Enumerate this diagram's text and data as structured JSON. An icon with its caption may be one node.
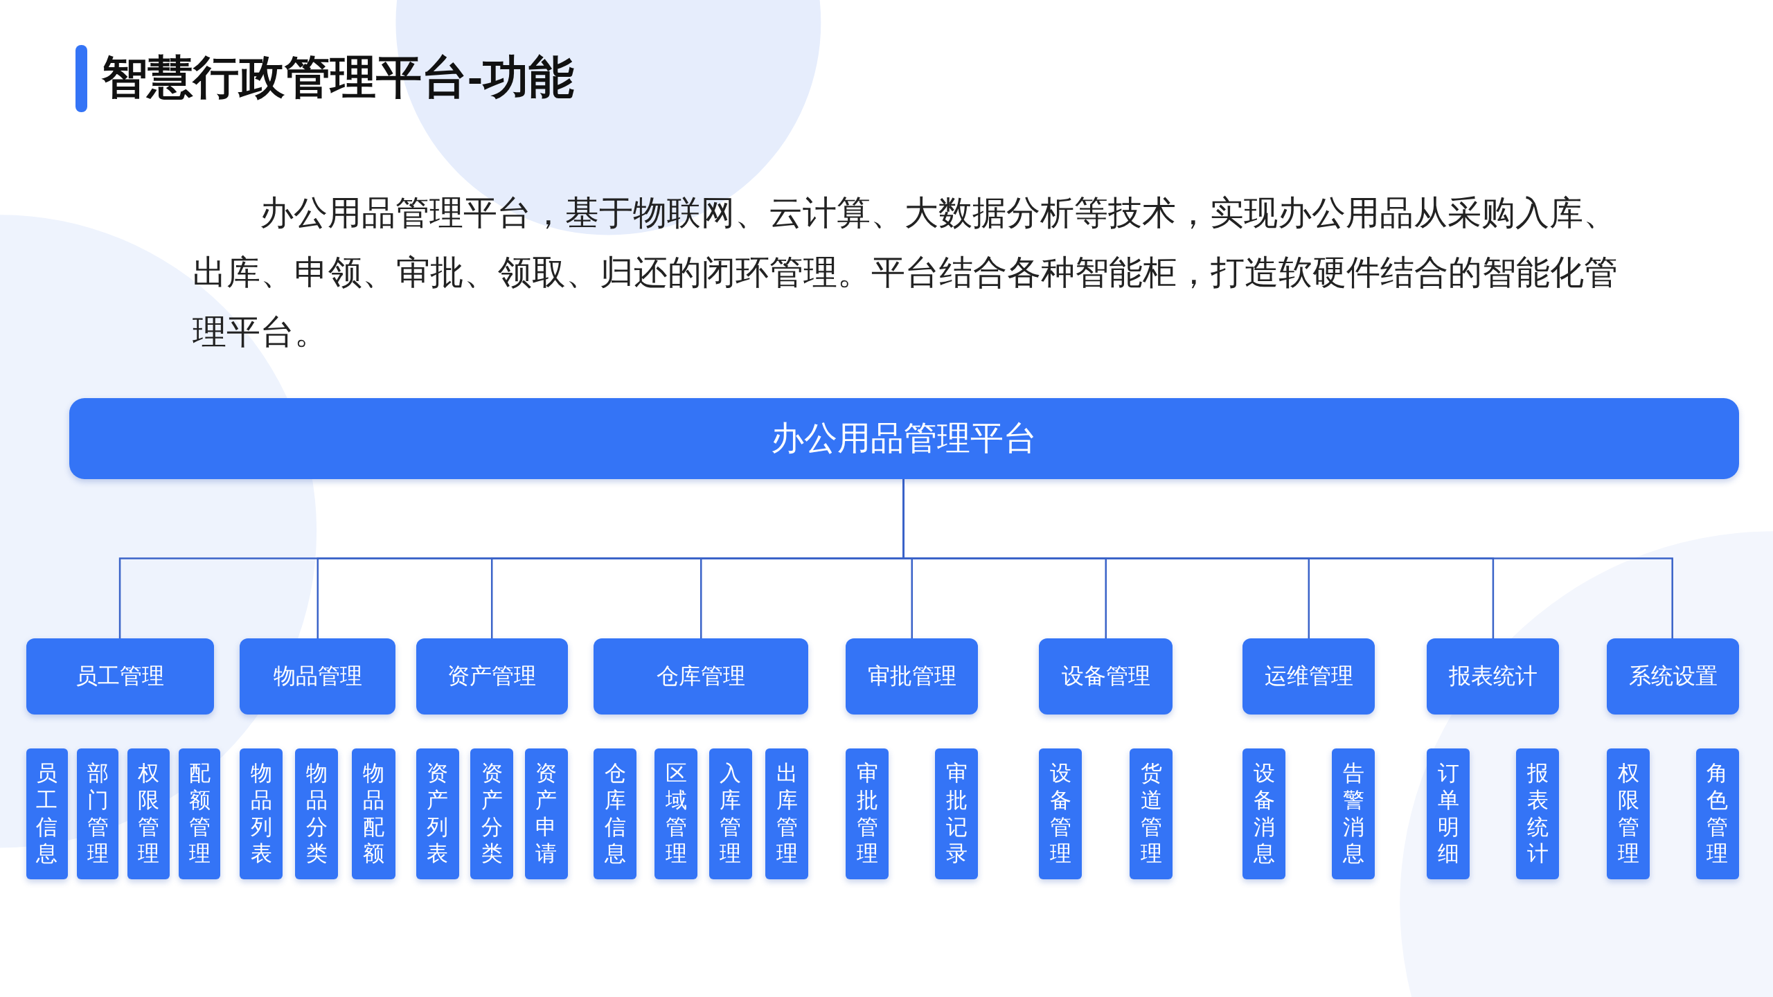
{
  "diagram": {
    "title": "智慧行政管理平台-功能",
    "nodes": [
      {
        "text": [
          "办公用品管理平台"
        ]
      },
      {
        "text": [
          "员工管理"
        ]
      },
      {
        "text": [
          "物品管理"
        ]
      },
      {
        "text": [
          "资产管理"
        ]
      },
      {
        "text": [
          "仓库管理"
        ]
      },
      {
        "text": [
          "审批管理"
        ]
      },
      {
        "text": [
          "设备管理"
        ]
      },
      {
        "text": [
          "运维管理"
        ]
      },
      {
        "text": [
          "报表统计"
        ]
      },
      {
        "text": [
          "系统设置"
        ]
      },
      {
        "text": [
          "员工信息"
        ]
      },
      {
        "text": [
          "部门管理"
        ]
      },
      {
        "text": [
          "权限管理"
        ]
      },
      {
        "text": [
          "配额管理"
        ]
      },
      {
        "text": [
          "物品列表"
        ]
      },
      {
        "text": [
          "物品分类"
        ]
      },
      {
        "text": [
          "物品配额"
        ]
      },
      {
        "text": [
          "资产列表"
        ]
      },
      {
        "text": [
          "资产分类"
        ]
      },
      {
        "text": [
          "资产申请"
        ]
      },
      {
        "text": [
          "仓库信息"
        ]
      },
      {
        "text": [
          "区域管理"
        ]
      },
      {
        "text": [
          "入库管理"
        ]
      },
      {
        "text": [
          "出库管理"
        ]
      },
      {
        "text": [
          "审批管理"
        ]
      },
      {
        "text": [
          "审批记录"
        ]
      },
      {
        "text": [
          "设备管理"
        ]
      },
      {
        "text": [
          "货道管理"
        ]
      },
      {
        "text": [
          "设备消息"
        ]
      },
      {
        "text": [
          "告警消息"
        ]
      },
      {
        "text": [
          "订单明细"
        ]
      },
      {
        "text": [
          "报表统计"
        ]
      },
      {
        "text": [
          "权限管理"
        ]
      },
      {
        "text": [
          "角色管理"
        ]
      }
    ],
    "edges": [
      {
        "from": 0,
        "to": 1,
        "arrow": "none"
      },
      {
        "from": 0,
        "to": 2,
        "arrow": "none"
      },
      {
        "from": 0,
        "to": 3,
        "arrow": "none"
      },
      {
        "from": 0,
        "to": 4,
        "arrow": "none"
      },
      {
        "from": 0,
        "to": 5,
        "arrow": "none"
      },
      {
        "from": 0,
        "to": 6,
        "arrow": "none"
      },
      {
        "from": 0,
        "to": 7,
        "arrow": "none"
      },
      {
        "from": 0,
        "to": 8,
        "arrow": "none"
      },
      {
        "from": 0,
        "to": 9,
        "arrow": "none"
      }
    ],
    "labels": [
      "办公用品管理平台，基于物联网、云计算、大数据分析等技术，实现办公用品从采购入库、出库、申领、审批、领取、归还的闭环管理。平台结合各种智能柜，打造软硬件结合的智能化管理平台。"
    ]
  }
}
